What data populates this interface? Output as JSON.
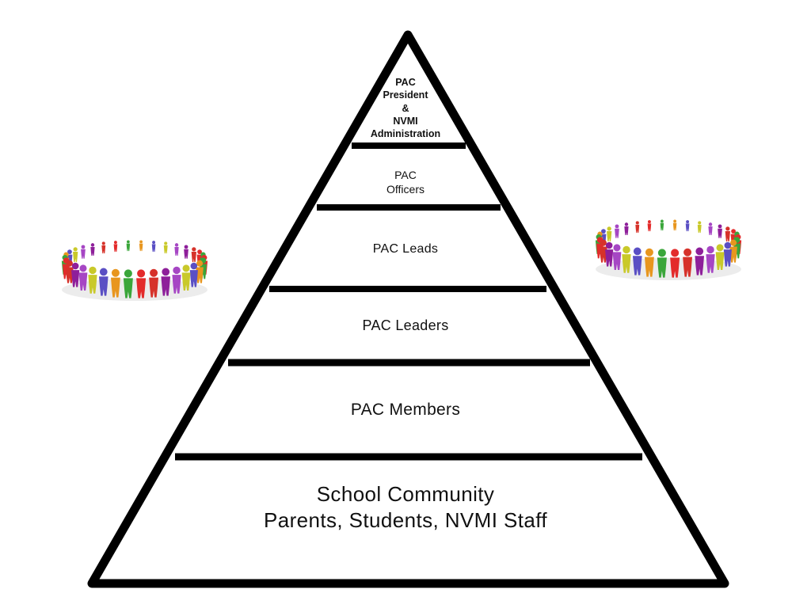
{
  "pyramid": {
    "tiers": [
      {
        "lines": [
          "PAC",
          "President",
          "&",
          "NVMI",
          "Administration"
        ]
      },
      {
        "lines": [
          "PAC",
          "Officers"
        ]
      },
      {
        "lines": [
          "PAC Leads"
        ]
      },
      {
        "lines": [
          "PAC Leaders"
        ]
      },
      {
        "lines": [
          "PAC Members"
        ]
      },
      {
        "lines": [
          "School Community",
          "Parents, Students, NVMI Staff"
        ]
      }
    ]
  },
  "illustrations": {
    "left": {
      "icon": "people-circle-icon"
    },
    "right": {
      "icon": "people-circle-icon"
    },
    "figure_colors": [
      "#e32b2b",
      "#3aa63a",
      "#e8961e",
      "#5a4fc4",
      "#c9c92a",
      "#a646c4",
      "#8e1f9a",
      "#d6322a"
    ]
  }
}
